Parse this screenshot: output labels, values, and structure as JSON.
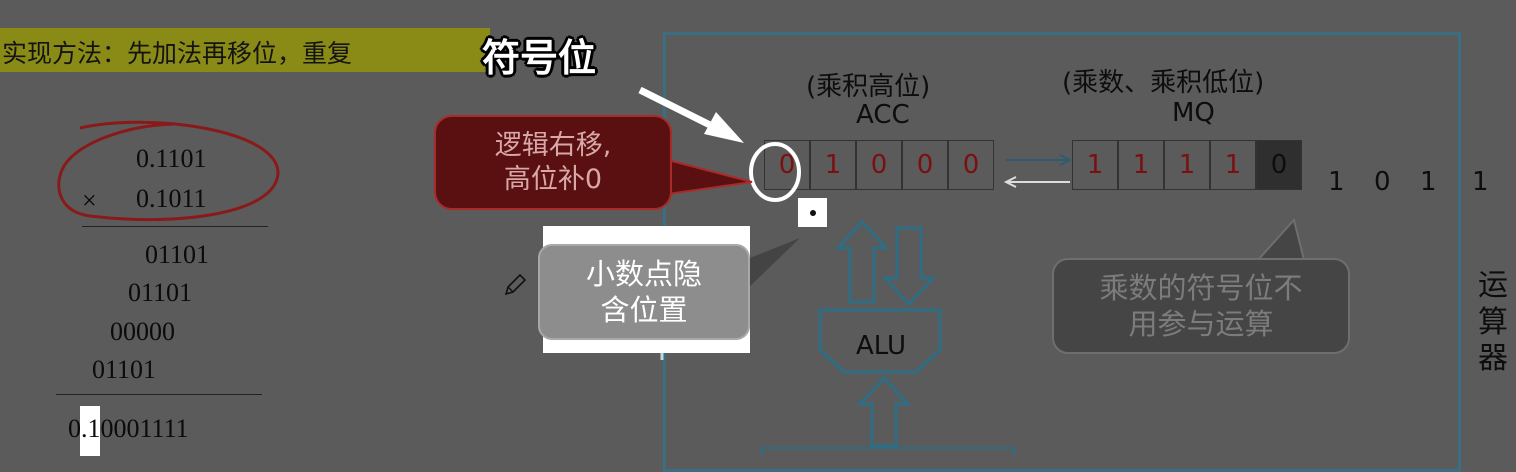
{
  "title": "实现方法：先加法再移位，重复",
  "sign_label": "符号位",
  "calc": {
    "multiplicand": "0.1101",
    "times_sign": "×",
    "multiplier": "0.1011",
    "partials": [
      "01101",
      "01101",
      "00000",
      "01101"
    ],
    "result_int": "0",
    "result_frac": ".10001111"
  },
  "acc": {
    "header": "(乘积高位)",
    "name": "ACC",
    "bits": [
      "0",
      "1",
      "0",
      "0",
      "0"
    ]
  },
  "mq": {
    "header": "(乘数、乘积低位)",
    "name": "MQ",
    "bits": [
      "1",
      "1",
      "1",
      "1",
      "0"
    ]
  },
  "remaining_bits": [
    "1",
    "0",
    "1",
    "1"
  ],
  "alu_label": "ALU",
  "callouts": {
    "shift": [
      "逻辑右移,",
      "高位补0"
    ],
    "point": [
      "小数点隐",
      "含位置"
    ],
    "sign_note": [
      "乘数的符号位不",
      "用参与运算"
    ]
  },
  "side_label": [
    "运",
    "算",
    "器"
  ],
  "colors": {
    "background": "#5b5b5b",
    "frame": "#3a6e80",
    "register_bits": "#7a1010",
    "title_highlight": "#8a8a16"
  }
}
